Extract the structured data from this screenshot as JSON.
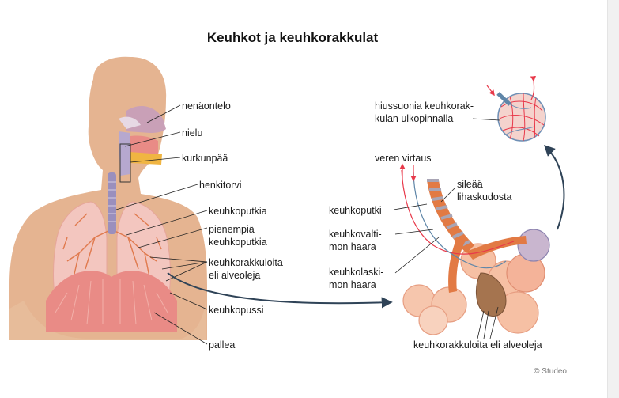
{
  "title": "Keuhkot ja keuhkorakkulat",
  "copyright": "© Studeo",
  "labels": {
    "nenaontelo": "nenäontelo",
    "nielu": "nielu",
    "kurkunpaa": "kurkunpää",
    "henkitorvi": "henkitorvi",
    "keuhkoputkia": "keuhkoputkia",
    "pienempia_1": "pienempiä",
    "pienempia_2": "keuhkoputkia",
    "alveoleja_1": "keuhkorakkuloita",
    "alveoleja_2": "eli alveoleja",
    "keuhkopussi": "keuhkopussi",
    "pallea": "pallea",
    "hiussuonia_1": "hiussuonia keuhkorak-",
    "hiussuonia_2": "kulan ulkopinnalla",
    "veren_virtaus": "veren virtaus",
    "sileaa_1": "sileää",
    "sileaa_2": "lihaskudosta",
    "keuhkoputki": "keuhkoputki",
    "valtimo_1": "keuhkovalti-",
    "valtimo_2": "mon haara",
    "laskimo_1": "keuhkolaski-",
    "laskimo_2": "mon haara",
    "alveoleja_oikea": "keuhkorakkuloita eli alveoleja"
  },
  "colors": {
    "skin": "#e2b08a",
    "lung": "#f2c3bd",
    "diaphragm": "#e98b86",
    "trachea": "#9a8fbd",
    "alveolus": "#f6c6ad",
    "artery": "#e8394a",
    "vein": "#5f86a8",
    "arrow": "#2f4357"
  }
}
